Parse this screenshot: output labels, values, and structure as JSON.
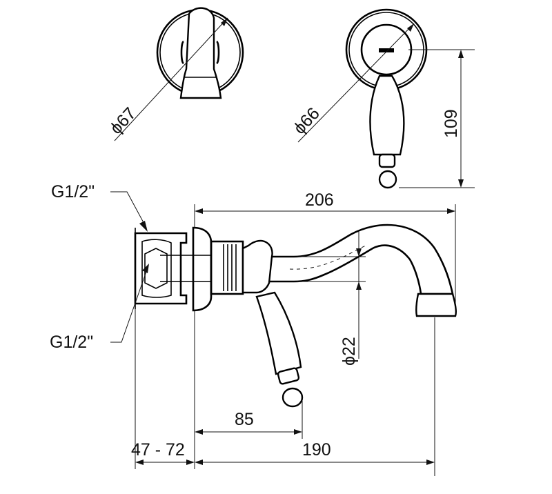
{
  "drawing": {
    "type": "technical-drawing",
    "subject": "wall-mounted single-lever basin mixer",
    "line_color": "#000000",
    "background": "#ffffff"
  },
  "labels": {
    "dia_front_rosette": "ϕ67",
    "dia_rear_rosette": "ϕ66",
    "height_handle": "109",
    "length_total": "206",
    "thread_top": "G1/2\"",
    "thread_bottom": "G1/2\"",
    "dia_spout": "ϕ22",
    "handle_offset": "85",
    "wall_depth": "47 - 72",
    "spout_reach": "190"
  }
}
